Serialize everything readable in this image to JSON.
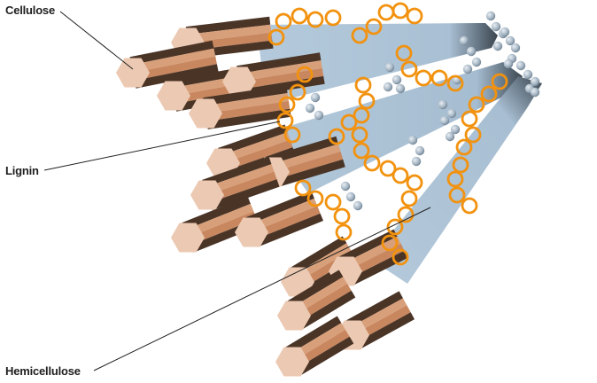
{
  "labels": {
    "cellulose": "Cellulose",
    "lignin": "Lignin",
    "hemicellulose": "Hemicellulose"
  },
  "colors": {
    "cellulose_light": "#d8a07a",
    "cellulose_mid": "#c8875f",
    "cellulose_dark": "#4a3426",
    "cellulose_end": "#ecc9b2",
    "hemicellulose_band": "#b3c9dc",
    "lignin_ring": "#f2920f",
    "beads": "#9fb2c2",
    "leader_line": "#222222"
  }
}
